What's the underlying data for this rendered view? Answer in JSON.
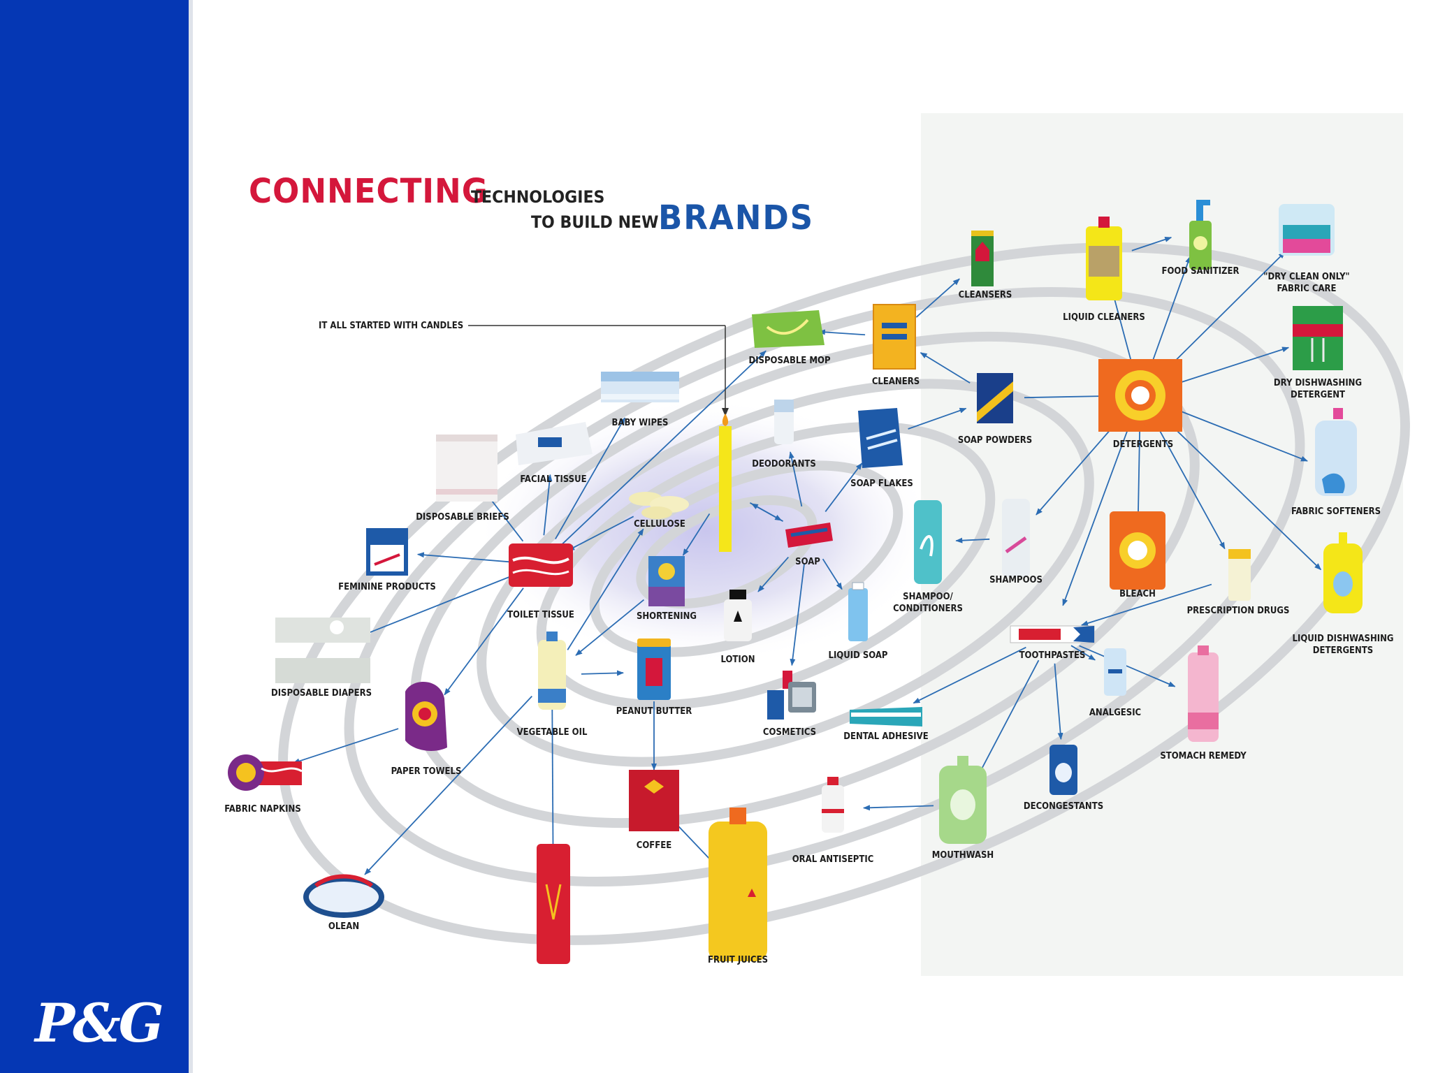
{
  "brand": {
    "logo_text": "P&G",
    "sidebar_color": "#0537B4"
  },
  "heading": {
    "word1": "CONNECTING",
    "word2": "TECHNOLOGIES",
    "word3": "TO BUILD NEW",
    "word4": "BRANDS",
    "accent_red": "#D4173B",
    "accent_blue": "#1a55a8"
  },
  "diagram": {
    "arrow_color": "#2b6cb3",
    "start_note": "IT ALL STARTED WITH CANDLES",
    "nodes": [
      {
        "id": "candle",
        "label": ""
      },
      {
        "id": "baby_wipes",
        "label": "BABY WIPES"
      },
      {
        "id": "disposable_mop",
        "label": "DISPOSABLE MOP"
      },
      {
        "id": "cleaners",
        "label": "CLEANERS"
      },
      {
        "id": "cleansers",
        "label": "CLEANSERS"
      },
      {
        "id": "liquid_cleaners",
        "label": "LIQUID CLEANERS"
      },
      {
        "id": "food_sanitizer",
        "label": "FOOD SANITIZER"
      },
      {
        "id": "dry_clean",
        "label": "\"DRY CLEAN ONLY\"\nFABRIC CARE"
      },
      {
        "id": "dry_dish",
        "label": "DRY DISHWASHING\nDETERGENT"
      },
      {
        "id": "detergents",
        "label": "DETERGENTS"
      },
      {
        "id": "soap_powders",
        "label": "SOAP POWDERS"
      },
      {
        "id": "soap_flakes",
        "label": "SOAP FLAKES"
      },
      {
        "id": "deodorants",
        "label": "DEODORANTS"
      },
      {
        "id": "facial_tissue",
        "label": "FACIAL TISSUE"
      },
      {
        "id": "disposable_briefs",
        "label": "DISPOSABLE BRIEFS"
      },
      {
        "id": "cellulose",
        "label": "CELLULOSE"
      },
      {
        "id": "feminine",
        "label": "FEMININE PRODUCTS"
      },
      {
        "id": "toilet_tissue",
        "label": "TOILET TISSUE"
      },
      {
        "id": "shortening",
        "label": "SHORTENING"
      },
      {
        "id": "soap",
        "label": "SOAP"
      },
      {
        "id": "shampoo_cond",
        "label": "SHAMPOO/\nCONDITIONERS"
      },
      {
        "id": "shampoos",
        "label": "SHAMPOOS"
      },
      {
        "id": "bleach",
        "label": "BLEACH"
      },
      {
        "id": "fabric_softeners",
        "label": "FABRIC SOFTENERS"
      },
      {
        "id": "prescription",
        "label": "PRESCRIPTION DRUGS"
      },
      {
        "id": "liquid_dish",
        "label": "LIQUID DISHWASHING\nDETERGENTS"
      },
      {
        "id": "disposable_diapers",
        "label": "DISPOSABLE DIAPERS"
      },
      {
        "id": "lotion",
        "label": "LOTION"
      },
      {
        "id": "liquid_soap",
        "label": "LIQUID SOAP"
      },
      {
        "id": "toothpastes",
        "label": "TOOTHPASTES"
      },
      {
        "id": "analgesic",
        "label": "ANALGESIC"
      },
      {
        "id": "stomach_remedy",
        "label": "STOMACH REMEDY"
      },
      {
        "id": "vegetable_oil",
        "label": "VEGETABLE OIL"
      },
      {
        "id": "peanut_butter",
        "label": "PEANUT BUTTER"
      },
      {
        "id": "cosmetics",
        "label": "COSMETICS"
      },
      {
        "id": "dental_adhesive",
        "label": "DENTAL ADHESIVE"
      },
      {
        "id": "paper_towels",
        "label": "PAPER TOWELS"
      },
      {
        "id": "fabric_napkins",
        "label": "FABRIC NAPKINS"
      },
      {
        "id": "decongestants",
        "label": "DECONGESTANTS"
      },
      {
        "id": "coffee",
        "label": "COFFEE"
      },
      {
        "id": "oral_antiseptic",
        "label": "ORAL ANTISEPTIC"
      },
      {
        "id": "mouthwash",
        "label": "MOUTHWASH"
      },
      {
        "id": "olean",
        "label": "OLEAN"
      },
      {
        "id": "fruit_juices",
        "label": "FRUIT JUICES"
      },
      {
        "id": "potato_chips",
        "label": ""
      }
    ],
    "edges": [
      [
        "soap",
        "candle"
      ],
      [
        "candle",
        "shortening"
      ],
      [
        "candle",
        "soap"
      ],
      [
        "soap",
        "deodorants"
      ],
      [
        "soap",
        "soap_flakes"
      ],
      [
        "soap",
        "lotion"
      ],
      [
        "soap",
        "liquid_soap"
      ],
      [
        "soap",
        "cosmetics"
      ],
      [
        "soap_flakes",
        "soap_powders"
      ],
      [
        "soap_powders",
        "cleaners"
      ],
      [
        "soap_powders",
        "detergents"
      ],
      [
        "cleaners",
        "disposable_mop"
      ],
      [
        "cleaners",
        "cleansers"
      ],
      [
        "detergents",
        "liquid_cleaners"
      ],
      [
        "liquid_cleaners",
        "food_sanitizer"
      ],
      [
        "detergents",
        "food_sanitizer"
      ],
      [
        "detergents",
        "dry_clean"
      ],
      [
        "detergents",
        "dry_dish"
      ],
      [
        "detergents",
        "fabric_softeners"
      ],
      [
        "detergents",
        "bleach"
      ],
      [
        "detergents",
        "prescription"
      ],
      [
        "detergents",
        "liquid_dish"
      ],
      [
        "detergents",
        "shampoos"
      ],
      [
        "detergents",
        "toothpastes"
      ],
      [
        "shampoos",
        "shampoo_cond"
      ],
      [
        "prescription",
        "toothpastes"
      ],
      [
        "toothpastes",
        "analgesic"
      ],
      [
        "toothpastes",
        "stomach_remedy"
      ],
      [
        "toothpastes",
        "decongestants"
      ],
      [
        "toothpastes",
        "mouthwash"
      ],
      [
        "toothpastes",
        "dental_adhesive"
      ],
      [
        "mouthwash",
        "oral_antiseptic"
      ],
      [
        "toilet_tissue",
        "baby_wipes"
      ],
      [
        "toilet_tissue",
        "disposable_mop"
      ],
      [
        "toilet_tissue",
        "facial_tissue"
      ],
      [
        "toilet_tissue",
        "disposable_briefs"
      ],
      [
        "toilet_tissue",
        "feminine"
      ],
      [
        "toilet_tissue",
        "disposable_diapers"
      ],
      [
        "toilet_tissue",
        "paper_towels"
      ],
      [
        "cellulose",
        "toilet_tissue"
      ],
      [
        "vegetable_oil",
        "cellulose"
      ],
      [
        "shortening",
        "vegetable_oil"
      ],
      [
        "vegetable_oil",
        "peanut_butter"
      ],
      [
        "vegetable_oil",
        "olean"
      ],
      [
        "vegetable_oil",
        "potato_chips"
      ],
      [
        "peanut_butter",
        "coffee"
      ],
      [
        "coffee",
        "fruit_juices"
      ],
      [
        "paper_towels",
        "fabric_napkins"
      ]
    ]
  }
}
